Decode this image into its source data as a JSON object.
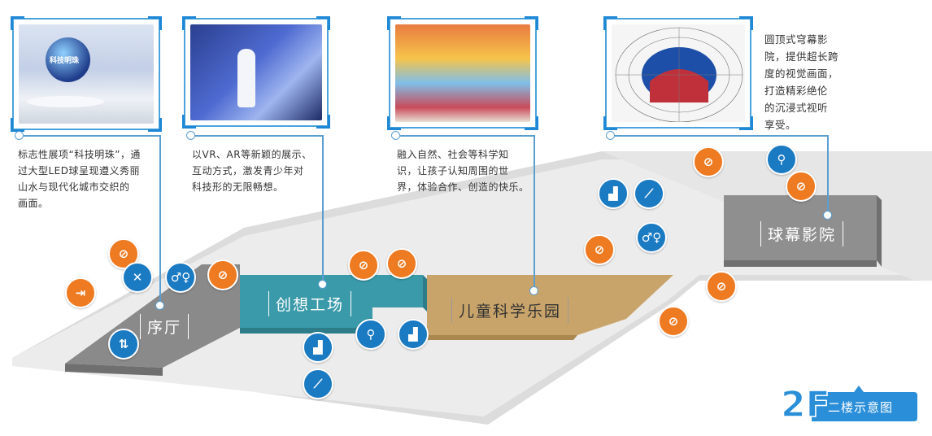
{
  "floor_badge": {
    "code": "2F",
    "label": "二楼示意图"
  },
  "zones": {
    "lobby": "序厅",
    "creative": "创想工场",
    "children": "儿童科学乐园",
    "dome": "球幕影院"
  },
  "descriptions": {
    "lobby": "标志性展项“科技明珠”，通\n过大型LED球呈现遵义秀丽\n山水与现代化城市交织的\n画面。",
    "creative": "以VR、AR等新颖的展示、\n互动方式，激发青少年对\n科技形的无限畅想。",
    "children": "融入自然、社会等科学知\n识，让孩子认知周围的世\n界，体验合作、创造的快乐。",
    "dome": "圆顶式穹幕影\n院，提供超长跨\n度的视觉画面，\n打造精彩绝伦\n的沉浸式视听\n享受。"
  },
  "photo_captions": {
    "lobby_globe": "科技明珠"
  },
  "icons": {
    "entrance": "entrance-icon",
    "restaurant": "fork-knife-icon",
    "restroom": "restroom-icon",
    "family_restroom": "family-restroom-icon",
    "stairs": "stairs-icon",
    "escalator": "escalator-icon",
    "elevator": "elevator-icon",
    "no_smoking": "no-smoking-icon"
  },
  "colors": {
    "lobby": "#8c8c8c",
    "creative": "#3a9aa9",
    "children": "#c9a46a",
    "dome": "#8f8f8f",
    "floor": "#e4e4e4",
    "accent_blue": "#1a7ac2",
    "accent_orange": "#ee7a21"
  }
}
